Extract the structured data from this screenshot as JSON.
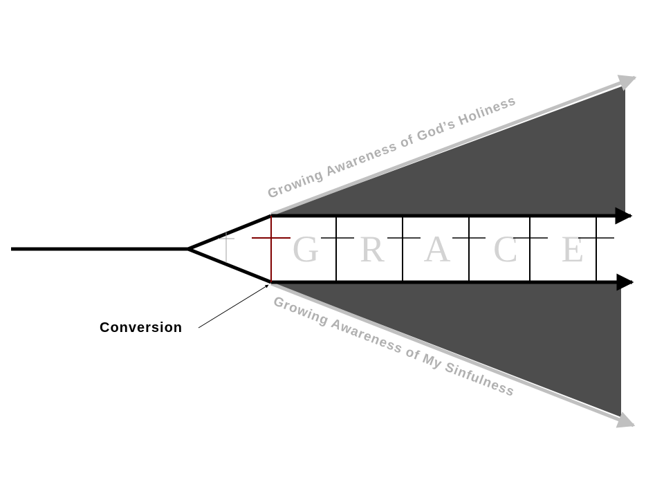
{
  "diagram": {
    "top_label": "Growing Awareness of God’s Holiness",
    "bottom_label": "Growing Awareness of My Sinfulness",
    "conversion_label": "Conversion",
    "letters": [
      "G",
      "R",
      "A",
      "C",
      "E"
    ],
    "colors": {
      "wedge_fill": "#4d4d4d",
      "arrow_gray": "#c0c0c0",
      "label_gray": "#b0b0b0",
      "line_black": "#000000",
      "cross_red": "#800000",
      "faint_cross": "#a0a0a0",
      "letter_gray": "#d3d3d3"
    }
  }
}
